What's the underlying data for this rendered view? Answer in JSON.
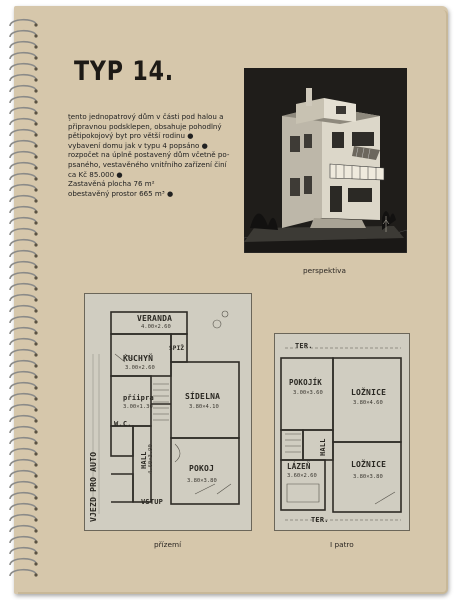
{
  "heading": "TYP 14.",
  "description_lines": [
    "ţento jednopatrový dům v části pod halou a",
    "připravnou podsklepen, obsahuje pohodlný",
    "pětipokojový byt pro větší rodinu ●",
    "vybavení domu jak v typu 4 popsáno ●",
    "rozpočet na úplně postavený dům včetně po-",
    "psaného, vestavěného vnitřního zařízení činí",
    "ca Kč 85.000 ●",
    "Zastavěná plocha 76 m²",
    "obestavěný prostor 665 m³ ●"
  ],
  "perspective_caption": "perspektiva",
  "ground_floor": {
    "caption": "přízemí",
    "rooms": {
      "veranda": "VERANDA",
      "kuchyn": "KUCHYŇ",
      "spiz": "SPIŽ",
      "pripra": "příipra",
      "wc": "W.C.",
      "hall": "HALL",
      "sidelna": "SÍDELNA",
      "pokoj": "POKOJ",
      "vstup": "VSTUP",
      "vjezd": "VJEZD PRO AUTO"
    },
    "dims": {
      "veranda": "4.00×2.60",
      "kuchyn": "3.00×2.60",
      "pripra": "3.00×1.30",
      "hall": "4.60×3.90",
      "sidelna": "3.80×4.10",
      "pokoj": "3.80×3.80"
    }
  },
  "first_floor": {
    "caption": "I patro",
    "rooms": {
      "ter_top": "TER.",
      "pokojik": "POKOJÍK",
      "loznice1": "LOŽNICE",
      "hall": "HALL",
      "lazen": "LÁZEŇ",
      "loznice2": "LOŽNICE",
      "ter_bottom": "TER."
    },
    "dims": {
      "pokojik": "3.00×3.60",
      "loznice1": "3.80×4.60",
      "lazen": "3.60×2.60",
      "loznice2": "3.80×3.80"
    }
  }
}
